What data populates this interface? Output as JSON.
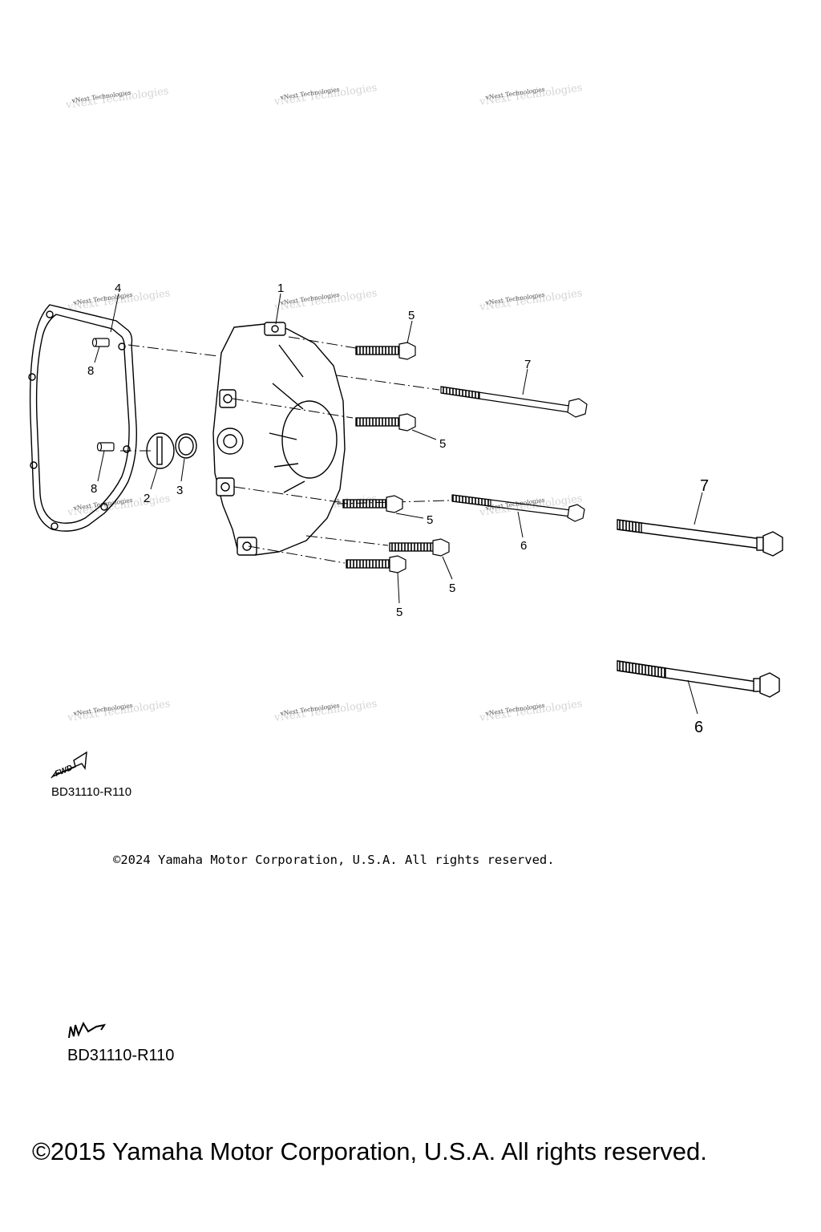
{
  "diagram": {
    "callouts": {
      "c1": "1",
      "c2": "2",
      "c3": "3",
      "c4": "4",
      "c5a": "5",
      "c5b": "5",
      "c5c": "5",
      "c5d": "5",
      "c5e": "5",
      "c6a": "6",
      "c6b": "6",
      "c7a": "7",
      "c7b": "7",
      "c8a": "8",
      "c8b": "8"
    },
    "fwd_label": "FWD",
    "watermark": "vNext Technologies",
    "diagram_code_small": "BD31110-R110",
    "copyright_small": "©2024 Yamaha Motor Corporation, U.S.A. All rights reserved.",
    "diagram_code_large": "BD31110-R110",
    "copyright_large": "©2015 Yamaha Motor Corporation, U.S.A. All rights reserved."
  },
  "colors": {
    "line": "#000000",
    "background": "#ffffff",
    "watermark": "#555555"
  }
}
